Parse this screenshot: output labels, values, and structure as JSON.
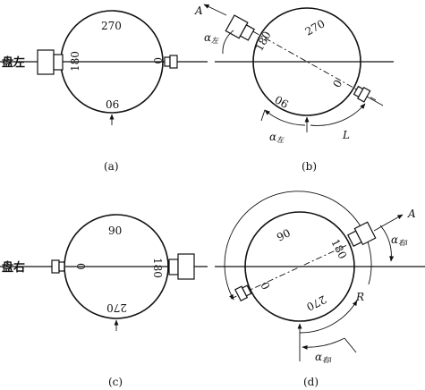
{
  "panels": {
    "a": {
      "caption": "(a)",
      "side_label": "盘左",
      "scale": {
        "top": "270",
        "left": "180",
        "right": "0",
        "bottom": "06"
      }
    },
    "b": {
      "caption": "(b)",
      "direction_label": "A",
      "angle_top": "α",
      "angle_top_sub": "左",
      "angle_bottom": "α",
      "angle_bottom_sub": "左",
      "arc_label": "L",
      "scale": {
        "top": "270",
        "left": "180",
        "right": "0",
        "bottom": "06"
      }
    },
    "c": {
      "caption": "(c)",
      "side_label": "盘右",
      "scale": {
        "top": "90",
        "left": "0",
        "right": "180",
        "bottom": "270"
      }
    },
    "d": {
      "caption": "(d)",
      "direction_label": "A",
      "angle_right": "α",
      "angle_right_sub": "右i",
      "angle_bottom": "α",
      "angle_bottom_sub": "右i",
      "arc_label": "R",
      "scale": {
        "top": "90",
        "left": "0",
        "right": "180",
        "bottom": "270"
      }
    }
  }
}
